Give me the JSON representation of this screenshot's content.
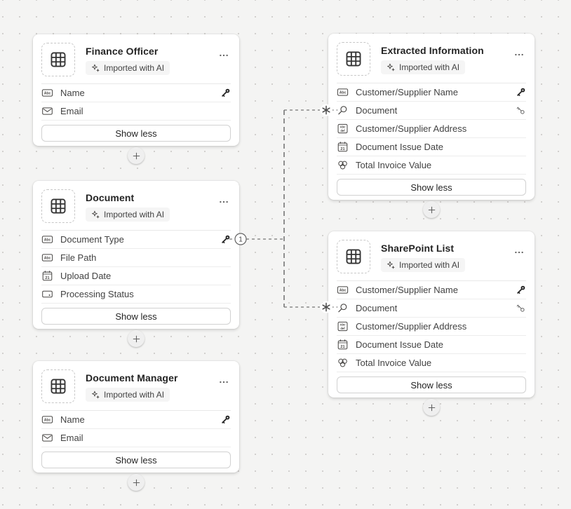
{
  "colors": {
    "canvas_bg": "#f4f4f3",
    "dot_grid": "#d2d0ce",
    "card_bg": "#ffffff",
    "title_text": "#242424",
    "field_text": "#424242",
    "badge_bg": "#f5f5f5",
    "connector": "#767676"
  },
  "cards": [
    {
      "title": "Finance Officer",
      "badge": "Imported with AI",
      "action": "Show less",
      "fields": [
        {
          "label": "Name",
          "type": "text",
          "right_icon": "primary-key"
        },
        {
          "label": "Email",
          "type": "email"
        }
      ]
    },
    {
      "title": "Document",
      "badge": "Imported with AI",
      "action": "Show less",
      "fields": [
        {
          "label": "Document Type",
          "type": "text",
          "right_icon": "primary-key"
        },
        {
          "label": "File Path",
          "type": "text"
        },
        {
          "label": "Upload Date",
          "type": "date"
        },
        {
          "label": "Processing Status",
          "type": "choice"
        }
      ]
    },
    {
      "title": "Document Manager",
      "badge": "Imported with AI",
      "action": "Show less",
      "fields": [
        {
          "label": "Name",
          "type": "text",
          "right_icon": "primary-key"
        },
        {
          "label": "Email",
          "type": "email"
        }
      ]
    },
    {
      "title": "Extracted Information",
      "badge": "Imported with AI",
      "action": "Show less",
      "fields": [
        {
          "label": "Customer/Supplier Name",
          "type": "text",
          "right_icon": "primary-key"
        },
        {
          "label": "Document",
          "type": "lookup",
          "right_icon": "relationship-key"
        },
        {
          "label": "Customer/Supplier Address",
          "type": "multiline-text"
        },
        {
          "label": "Document Issue Date",
          "type": "date"
        },
        {
          "label": "Total Invoice Value",
          "type": "currency"
        }
      ]
    },
    {
      "title": "SharePoint List",
      "badge": "Imported with AI",
      "action": "Show less",
      "fields": [
        {
          "label": "Customer/Supplier Name",
          "type": "text",
          "right_icon": "primary-key"
        },
        {
          "label": "Document",
          "type": "lookup",
          "right_icon": "relationship-key"
        },
        {
          "label": "Customer/Supplier Address",
          "type": "multiline-text"
        },
        {
          "label": "Document Issue Date",
          "type": "date"
        },
        {
          "label": "Total Invoice Value",
          "type": "currency"
        }
      ]
    }
  ],
  "relationship": {
    "one_label": "1",
    "many_symbol": "asterisk"
  },
  "icons": {
    "table": "table-grid-icon",
    "ai_badge": "sparkle-icon",
    "text": "text-abc-icon",
    "multiline_text": "multiline-abc-icon",
    "email": "envelope-icon",
    "date": "calendar-21-icon",
    "choice": "choice-option-icon",
    "lookup": "magnifier-icon",
    "currency": "coins-icon",
    "primary_key": "key-icon",
    "relationship_key": "tilted-key-icon",
    "menu": "more-horizontal-icon",
    "add": "plus-icon"
  }
}
